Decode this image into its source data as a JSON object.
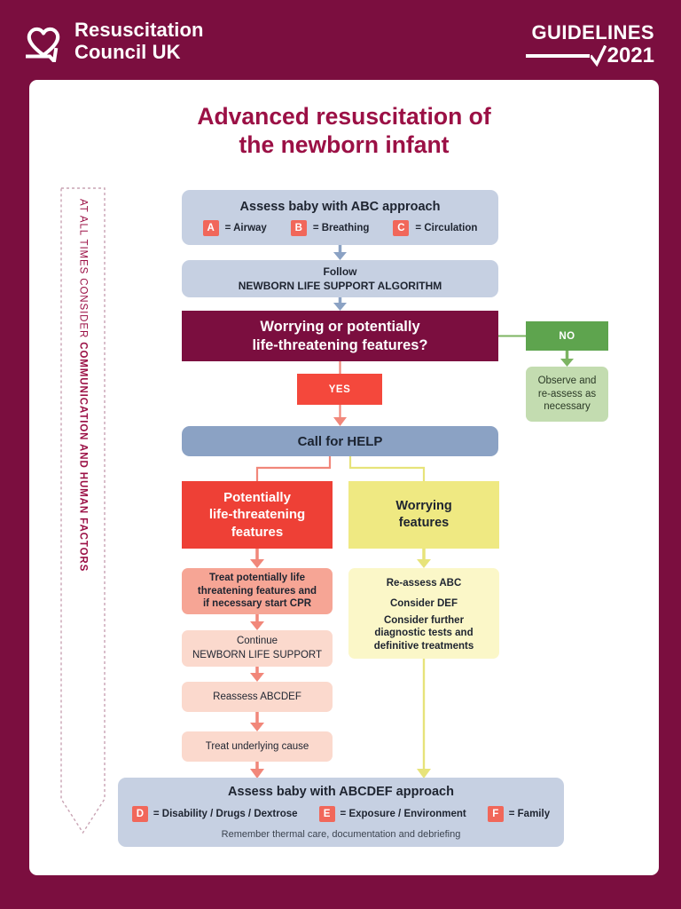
{
  "header": {
    "org_line1": "Resuscitation",
    "org_line2": "Council UK",
    "heart_icon": "heart-check-icon",
    "guidelines_label": "GUIDELINES",
    "guidelines_year": "2021",
    "tick_icon": "check-tick-icon",
    "brand_color": "#7b0e3f"
  },
  "title": "Advanced resuscitation of the newborn infant",
  "title_line1": "Advanced resuscitation of",
  "title_line2": "the newborn infant",
  "side_banner": {
    "prefix": "AT ALL TIMES CONSIDER ",
    "emphasis": "COMMUNICATION AND HUMAN FACTORS",
    "full": "AT ALL TIMES CONSIDER COMMUNICATION AND HUMAN FACTORS",
    "color": "#9b1045"
  },
  "nodes": {
    "abc": {
      "title": "Assess baby with ABC approach",
      "items": [
        {
          "letter": "A",
          "text": "= Airway"
        },
        {
          "letter": "B",
          "text": "= Breathing"
        },
        {
          "letter": "C",
          "text": "= Circulation"
        }
      ],
      "bg": "#c6d0e2",
      "chip_bg": "#f1675a"
    },
    "follow_nls": {
      "line1": "Follow",
      "line2": "NEWBORN LIFE SUPPORT ALGORITHM",
      "bg": "#c6d0e2"
    },
    "decision": {
      "line1": "Worrying or potentially",
      "line2": "life-threatening features?",
      "bg": "#7b0e3f"
    },
    "no_branch": {
      "label": "NO",
      "bg": "#5ea44e"
    },
    "observe": {
      "line1": "Observe and",
      "line2": "re-assess as",
      "line3": "necessary",
      "bg": "#c3dcb0"
    },
    "yes_branch": {
      "label": "YES",
      "bg": "#f4483c"
    },
    "call_help": {
      "label": "Call for HELP",
      "bg": "#8ba2c4"
    },
    "potentially_life_threatening": {
      "line1": "Potentially",
      "line2": "life-threatening",
      "line3": "features",
      "bg": "#ee4036"
    },
    "worrying_features": {
      "line1": "Worrying",
      "line2": "features",
      "bg": "#efe982"
    },
    "treat_ptl": {
      "line1": "Treat potentially life",
      "line2": "threatening features and",
      "line3": "if necessary start CPR",
      "bg": "#f6a595"
    },
    "continue_nls": {
      "line1": "Continue",
      "line2": "NEWBORN LIFE SUPPORT",
      "bg": "#fbd9cd"
    },
    "reassess_abcdef": {
      "label": "Reassess ABCDEF",
      "bg": "#fbd9cd"
    },
    "treat_underlying": {
      "label": "Treat underlying cause",
      "bg": "#fbd9cd"
    },
    "reassess_abc": {
      "line1": "Re-assess ABC",
      "line2": "Consider DEF",
      "line3": "Consider further",
      "line4": "diagnostic tests and",
      "line5": "definitive treatments",
      "bg": "#fbf7c8"
    },
    "bottom": {
      "title": "Assess baby with ABCDEF approach",
      "items": [
        {
          "letter": "D",
          "text": "= Disability / Drugs / Dextrose"
        },
        {
          "letter": "E",
          "text": "= Exposure / Environment"
        },
        {
          "letter": "F",
          "text": "=  Family"
        }
      ],
      "note": "Remember thermal care, documentation and debriefing",
      "bg": "#c6d0e2",
      "chip_bg": "#f1675a"
    }
  },
  "connectors": {
    "blue": "#8ba2c4",
    "red": "#f1877a",
    "red_solid": "#f4796b",
    "green": "#7cb462",
    "yellow": "#e7e37a"
  }
}
